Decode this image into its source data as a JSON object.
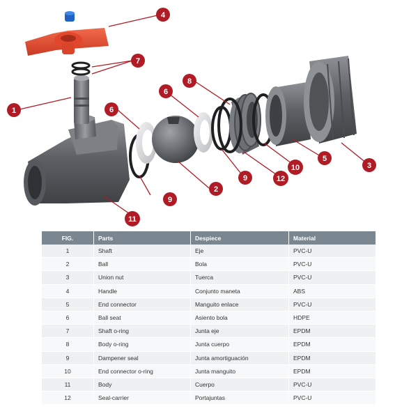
{
  "callouts": {
    "c1": "1",
    "c2": "2",
    "c3": "3",
    "c4": "4",
    "c5": "5",
    "c6a": "6",
    "c6b": "6",
    "c7": "7",
    "c8": "8",
    "c9a": "9",
    "c9b": "9",
    "c10": "10",
    "c11": "11",
    "c12": "12"
  },
  "colors": {
    "callout": "#b01c26",
    "handle": "#e8492f",
    "pvc": "#6b6e71",
    "header": "#7a8791"
  },
  "table": {
    "headers": [
      "FIG.",
      "Parts",
      "Despiece",
      "Material"
    ],
    "rows": [
      [
        "1",
        "Shaft",
        "Eje",
        "PVC-U"
      ],
      [
        "2",
        "Ball",
        "Bola",
        "PVC-U"
      ],
      [
        "3",
        "Union nut",
        "Tuerca",
        "PVC-U"
      ],
      [
        "4",
        "Handle",
        "Conjunto maneta",
        "ABS"
      ],
      [
        "5",
        "End connector",
        "Manguito enlace",
        "PVC-U"
      ],
      [
        "6",
        "Ball seat",
        "Asiento bola",
        "HDPE"
      ],
      [
        "7",
        "Shaft o-ring",
        "Junta eje",
        "EPDM"
      ],
      [
        "8",
        "Body o-ring",
        "Junta cuerpo",
        "EPDM"
      ],
      [
        "9",
        "Dampener seal",
        "Junta amortiguación",
        "EPDM"
      ],
      [
        "10",
        "End connector o-ring",
        "Junta manguito",
        "EPDM"
      ],
      [
        "11",
        "Body",
        "Cuerpo",
        "PVC-U"
      ],
      [
        "12",
        "Seal-carrier",
        "Portajuntas",
        "PVC-U"
      ]
    ]
  }
}
